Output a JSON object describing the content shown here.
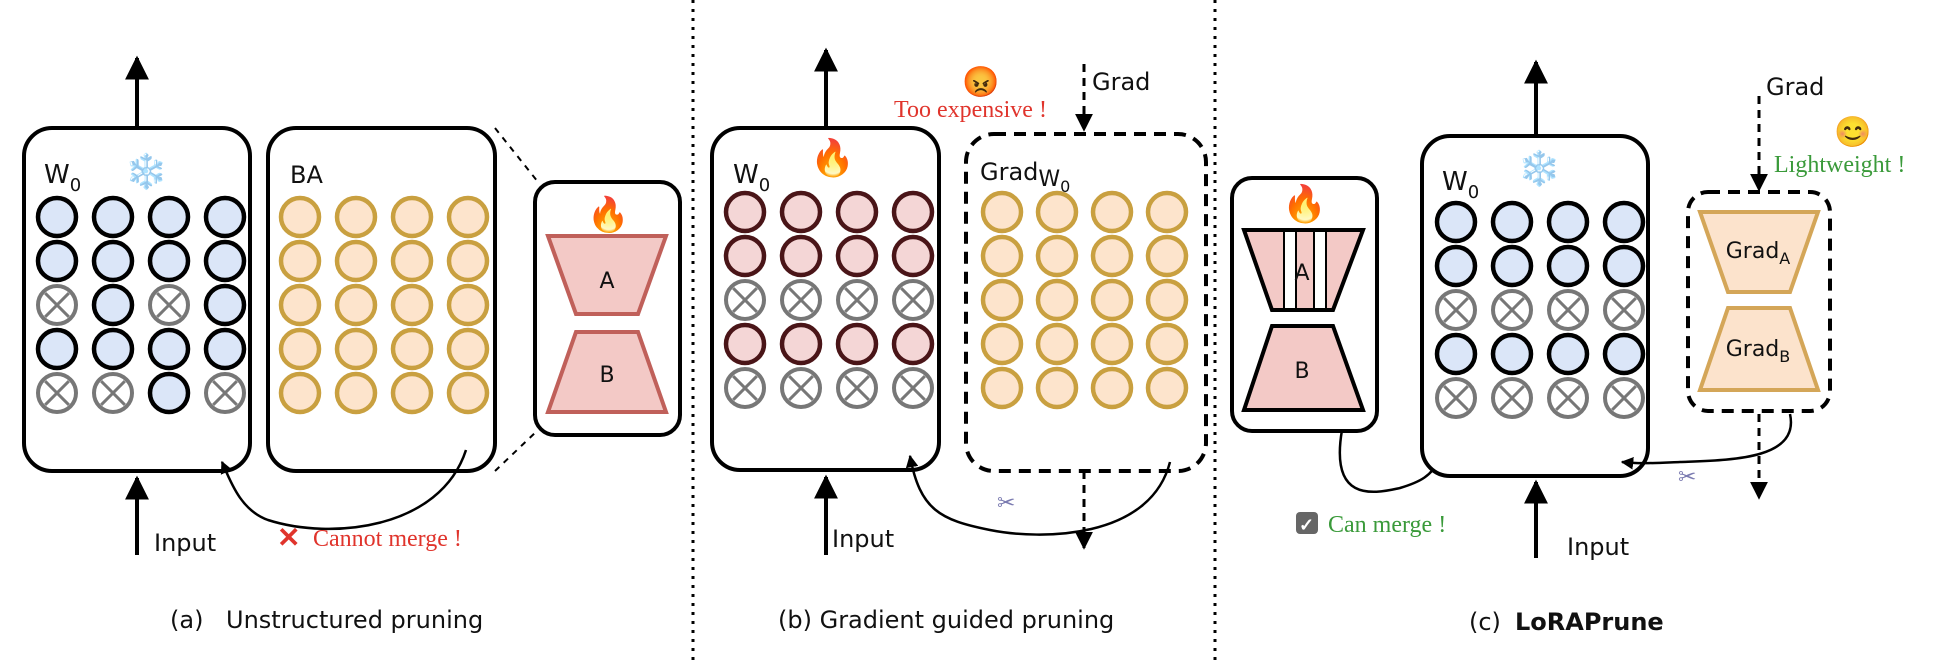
{
  "panel_a": {
    "w0_label": "W",
    "w0_sub": "0",
    "ba_label": "BA",
    "a_label": "A",
    "b_label": "B",
    "input_label": "Input",
    "note": "Cannot merge !",
    "caption_prefix": "(a)",
    "caption_text": "Unstructured pruning",
    "w0_grid": [
      [
        "c",
        "c",
        "c",
        "c"
      ],
      [
        "c",
        "c",
        "c",
        "c"
      ],
      [
        "x",
        "c",
        "x",
        "c"
      ],
      [
        "c",
        "c",
        "c",
        "c"
      ],
      [
        "x",
        "x",
        "c",
        "x"
      ]
    ],
    "ba_rows": 5
  },
  "panel_b": {
    "w0_label": "W",
    "w0_sub": "0",
    "grad_w0_label": "Grad",
    "grad_w0_sub": "W",
    "grad_w0_sub2": "0",
    "grad_label": "Grad",
    "input_label": "Input",
    "note": "Too expensive !",
    "caption_text": "(b) Gradient guided pruning",
    "w0_grid": [
      [
        "c",
        "c",
        "c",
        "c"
      ],
      [
        "c",
        "c",
        "c",
        "c"
      ],
      [
        "x",
        "x",
        "x",
        "x"
      ],
      [
        "c",
        "c",
        "c",
        "c"
      ],
      [
        "x",
        "x",
        "x",
        "x"
      ]
    ],
    "grad_rows": 5
  },
  "panel_c": {
    "w0_label": "W",
    "w0_sub": "0",
    "a_label": "A",
    "b_label": "B",
    "grad_label": "Grad",
    "grad_a_label": "Grad",
    "grad_a_sub": "A",
    "grad_b_label": "Grad",
    "grad_b_sub": "B",
    "input_label": "Input",
    "note_light": "Lightweight !",
    "note_merge": "Can merge !",
    "caption_prefix": "(c)",
    "caption_text": "LoRAPrune",
    "w0_grid": [
      [
        "c",
        "c",
        "c",
        "c"
      ],
      [
        "c",
        "c",
        "c",
        "c"
      ],
      [
        "x",
        "x",
        "x",
        "x"
      ],
      [
        "c",
        "c",
        "c",
        "c"
      ],
      [
        "x",
        "x",
        "x",
        "x"
      ]
    ]
  },
  "colors": {
    "blue_fill": "#dbe6f8",
    "orange_fill": "#fde4cc",
    "orange_stroke": "#c9a040",
    "pink_fill": "#f3c9c6",
    "pink_stroke": "#c0605a",
    "maroon_stroke": "#4a1518",
    "light_pink_fill": "#f4d6d6",
    "grad_trap_fill": "#fce3cc",
    "grad_trap_stroke": "#d4a658"
  }
}
